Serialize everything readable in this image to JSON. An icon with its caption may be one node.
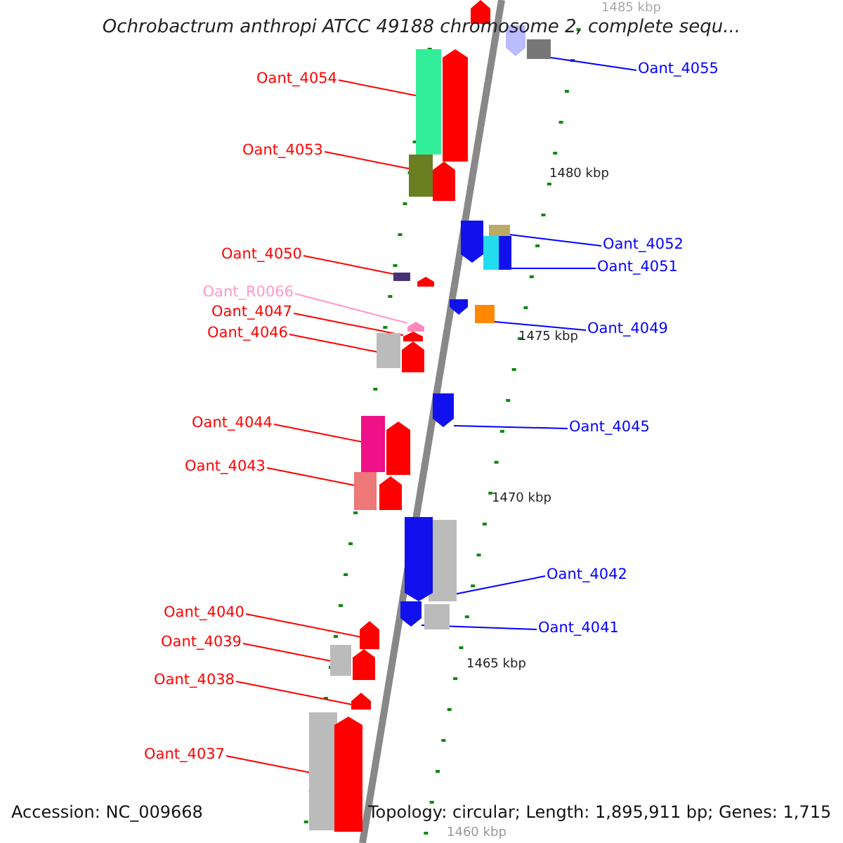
{
  "diagram": {
    "title": "Ochrobactrum anthropi ATCC 49188 chromosome 2, complete sequ...",
    "nodes": [
      {
        "text": [
          "Oant_4055"
        ]
      },
      {
        "text": [
          "Oant_4054"
        ]
      },
      {
        "text": [
          "Oant_4053"
        ]
      },
      {
        "text": [
          "Oant_4052"
        ]
      },
      {
        "text": [
          "Oant_4050"
        ]
      },
      {
        "text": [
          "Oant_4051"
        ]
      },
      {
        "text": [
          "Oant_R0066"
        ]
      },
      {
        "text": [
          "Oant_4047"
        ]
      },
      {
        "text": [
          "Oant_4049"
        ]
      },
      {
        "text": [
          "Oant_4046"
        ]
      },
      {
        "text": [
          "Oant_4044"
        ]
      },
      {
        "text": [
          "Oant_4045"
        ]
      },
      {
        "text": [
          "Oant_4043"
        ]
      },
      {
        "text": [
          "Oant_4042"
        ]
      },
      {
        "text": [
          "Oant_4040"
        ]
      },
      {
        "text": [
          "Oant_4041"
        ]
      },
      {
        "text": [
          "Oant_4039"
        ]
      },
      {
        "text": [
          "Oant_4038"
        ]
      },
      {
        "text": [
          "Oant_4037"
        ]
      },
      {
        "text": [],
        "shape": "bar"
      },
      {
        "text": [],
        "shape": "bar"
      },
      {
        "text": [],
        "shape": "bar"
      },
      {
        "text": [],
        "shape": "bar"
      },
      {
        "text": [],
        "shape": "bar"
      },
      {
        "text": [],
        "shape": "bar"
      },
      {
        "text": [],
        "shape": "arrow"
      },
      {
        "text": [],
        "shape": "arrow"
      },
      {
        "text": [],
        "shape": "bar"
      },
      {
        "text": [],
        "shape": "bar"
      },
      {
        "text": [],
        "shape": "bar"
      },
      {
        "text": [],
        "shape": "arrow"
      },
      {
        "text": [],
        "shape": "bar"
      },
      {
        "text": [],
        "shape": "bar"
      },
      {
        "text": [],
        "shape": "arrow"
      },
      {
        "text": [],
        "shape": "arrow"
      },
      {
        "text": [],
        "shape": "bar"
      },
      {
        "text": [],
        "shape": "arrow"
      },
      {
        "text": [],
        "shape": "bar"
      },
      {
        "text": [],
        "shape": "pentagon"
      },
      {
        "text": [],
        "shape": "pentagon"
      },
      {
        "text": [],
        "shape": "pentagon"
      },
      {
        "text": [],
        "shape": "pentagon"
      },
      {
        "text": [],
        "shape": "pentagon"
      },
      {
        "text": [],
        "shape": "bar"
      },
      {
        "text": [],
        "shape": "pentagon"
      },
      {
        "text": [],
        "shape": "pentagon"
      },
      {
        "text": [],
        "shape": "pentagon"
      },
      {
        "text": [],
        "shape": "pentagon"
      },
      {
        "text": [],
        "shape": "pentagon"
      },
      {
        "text": [],
        "shape": "pentagon"
      },
      {
        "text": [],
        "shape": "bar"
      },
      {
        "text": [],
        "shape": "pentagon"
      },
      {
        "text": [],
        "shape": "pentagon"
      }
    ],
    "edges": [
      {
        "from": 0,
        "to": 19,
        "arrow": "none",
        "color": "#0000ff"
      },
      {
        "from": 1,
        "to": 20,
        "arrow": "none"
      },
      {
        "from": 2,
        "to": 21,
        "arrow": "none"
      },
      {
        "from": 3,
        "to": 22,
        "arrow": "none",
        "color": "#0000ff"
      },
      {
        "from": 4,
        "to": 23,
        "arrow": "none"
      },
      {
        "from": 5,
        "to": 24,
        "arrow": "none",
        "color": "#0000ff"
      },
      {
        "from": 6,
        "to": 25,
        "arrow": "none",
        "color": "#ff99cc"
      },
      {
        "from": 7,
        "to": 26,
        "arrow": "none"
      },
      {
        "from": 8,
        "to": 27,
        "arrow": "none",
        "color": "#0000ff"
      },
      {
        "from": 9,
        "to": 28,
        "arrow": "none"
      },
      {
        "from": 10,
        "to": 29,
        "arrow": "none"
      },
      {
        "from": 11,
        "to": 30,
        "arrow": "none",
        "color": "#0000ff"
      },
      {
        "from": 12,
        "to": 31,
        "arrow": "none"
      },
      {
        "from": 13,
        "to": 32,
        "arrow": "none",
        "color": "#0000ff"
      },
      {
        "from": 14,
        "to": 33,
        "arrow": "none"
      },
      {
        "from": 15,
        "to": 34,
        "arrow": "none",
        "color": "#0000ff"
      },
      {
        "from": 16,
        "to": 35,
        "arrow": "none"
      },
      {
        "from": 17,
        "to": 36,
        "arrow": "none"
      },
      {
        "from": 18,
        "to": 37,
        "arrow": "none"
      }
    ],
    "labels": [
      "1485 kbp",
      "1480 kbp",
      "1475 kbp",
      "1470 kbp",
      "1465 kbp",
      "1460 kbp",
      "Accession: NC_009668",
      "Topology: circular; Length: 1,895,911 bp; Genes: 1,715"
    ]
  }
}
